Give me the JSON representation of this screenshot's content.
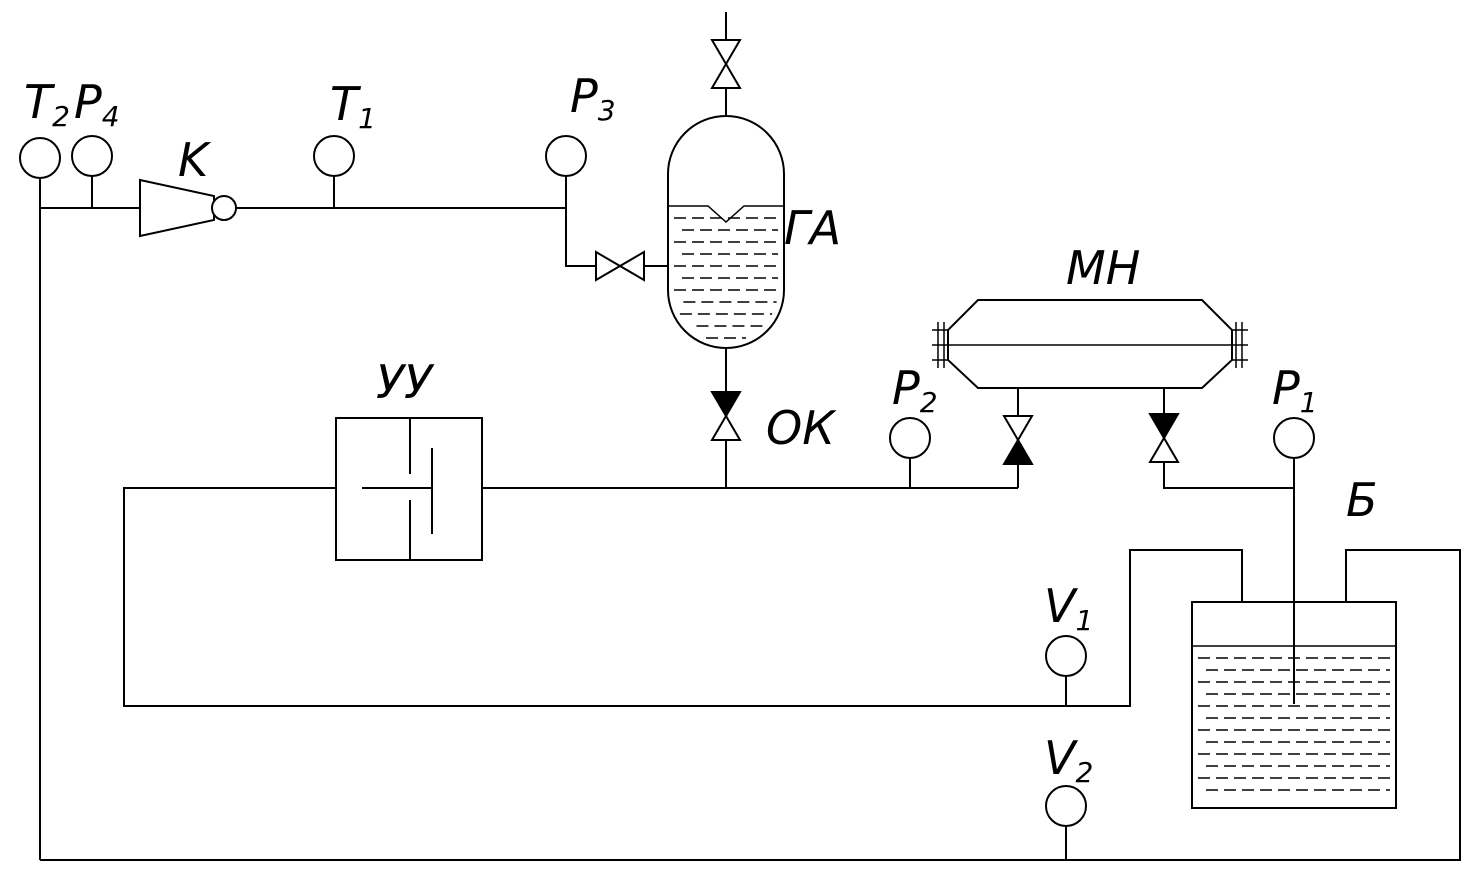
{
  "labels": {
    "T2": {
      "base": "T",
      "sub": "2"
    },
    "P4": {
      "base": "P",
      "sub": "4"
    },
    "K": "K",
    "T1": {
      "base": "T",
      "sub": "1"
    },
    "P3": {
      "base": "P",
      "sub": "3"
    },
    "GA": "ГА",
    "MN": "МН",
    "UU": "УУ",
    "OK": "ОК",
    "P2": {
      "base": "P",
      "sub": "2"
    },
    "P1": {
      "base": "P",
      "sub": "1"
    },
    "B": "Б",
    "V1": {
      "base": "V",
      "sub": "1"
    },
    "V2": {
      "base": "V",
      "sub": "2"
    }
  }
}
